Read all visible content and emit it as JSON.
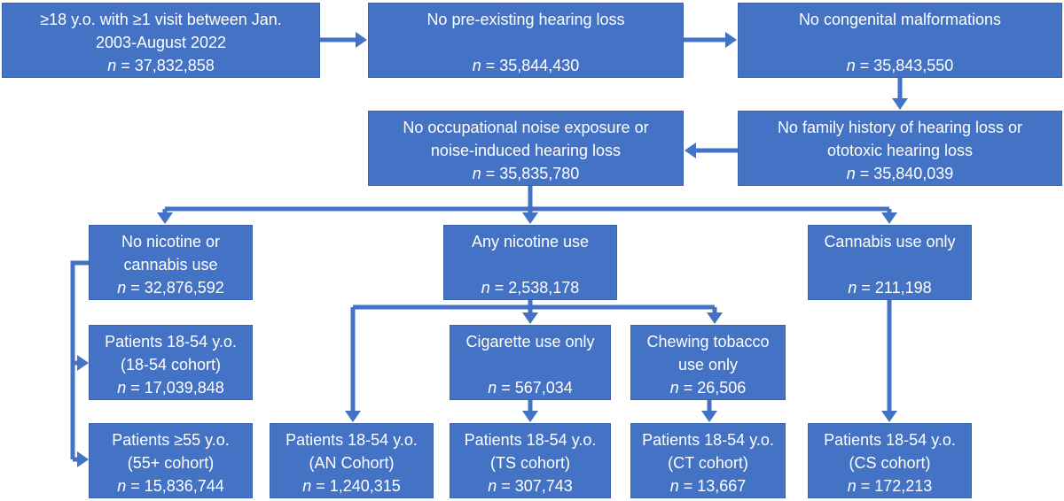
{
  "colors": {
    "box": "#4472C4",
    "arrow": "#4472C4",
    "text": "#FFFFFF"
  },
  "boxes": {
    "start": {
      "lines": [
        "≥18 y.o. with ≥1 visit between Jan.",
        "2003-August 2022"
      ],
      "n": "37,832,858"
    },
    "no_hl": {
      "lines": [
        "No pre-existing hearing loss"
      ],
      "n": "35,844,430"
    },
    "no_cong": {
      "lines": [
        "No congenital malformations"
      ],
      "n": "35,843,550"
    },
    "no_fam": {
      "lines": [
        "No family history of hearing loss or",
        "ototoxic hearing loss"
      ],
      "n": "35,840,039"
    },
    "no_occ": {
      "lines": [
        "No occupational noise exposure or",
        "noise-induced hearing loss"
      ],
      "n": "35,835,780"
    },
    "no_nic": {
      "lines": [
        "No nicotine or",
        "cannabis use"
      ],
      "n": "32,876,592"
    },
    "any_nic": {
      "lines": [
        "Any nicotine use"
      ],
      "n": "2,538,178"
    },
    "cannabis": {
      "lines": [
        "Cannabis use only"
      ],
      "n": "211,198"
    },
    "young": {
      "lines": [
        "Patients 18-54 y.o.",
        "(18-54 cohort)"
      ],
      "n": "17,039,848"
    },
    "old": {
      "lines": [
        "Patients ≥55 y.o.",
        "(55+ cohort)"
      ],
      "n": "15,836,744"
    },
    "cig": {
      "lines": [
        "Cigarette use only"
      ],
      "n": "567,034"
    },
    "chew": {
      "lines": [
        "Chewing tobacco",
        "use only"
      ],
      "n": "26,506"
    },
    "an": {
      "lines": [
        "Patients 18-54 y.o.",
        "(AN Cohort)"
      ],
      "n": "1,240,315"
    },
    "ts": {
      "lines": [
        "Patients 18-54 y.o.",
        "(TS cohort)"
      ],
      "n": "307,743"
    },
    "ct": {
      "lines": [
        "Patients 18-54 y.o.",
        "(CT cohort)"
      ],
      "n": "13,667"
    },
    "cs": {
      "lines": [
        "Patients 18-54 y.o.",
        "(CS cohort)"
      ],
      "n": "172,213"
    }
  },
  "n_symbol": "n",
  "n_separator": " = "
}
